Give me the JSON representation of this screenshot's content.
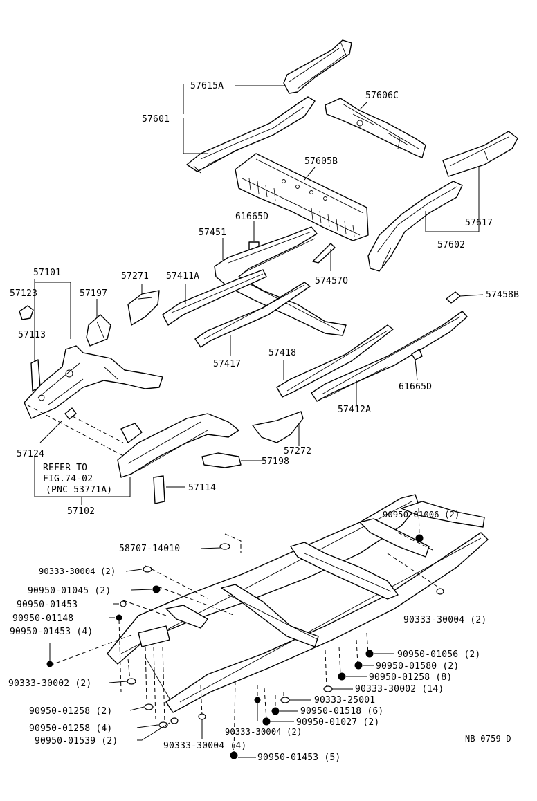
{
  "labels": {
    "p57615A": "57615A",
    "p57601": "57601",
    "p57606C": "57606C",
    "p57605B": "57605B",
    "p57617": "57617",
    "p57602": "57602",
    "p61665D_top": "61665D",
    "p57451": "57451",
    "p57101": "57101",
    "p57123": "57123",
    "p57197": "57197",
    "p57271": "57271",
    "p57411A": "57411A",
    "p57457O": "57457O",
    "p57458B": "57458B",
    "p57113": "57113",
    "p57417": "57417",
    "p57418": "57418",
    "p61665D_bot": "61665D",
    "p57412A": "57412A",
    "p57124": "57124",
    "p57272": "57272",
    "p57198": "57198",
    "p57114": "57114",
    "p57102": "57102",
    "p58707": "58707-14010"
  },
  "refer": {
    "line1": "REFER TO",
    "line2": "FIG.74-02",
    "line3": "(PNC 53771A)"
  },
  "hardware": {
    "h1": "90950-01006 (2)",
    "h2": "90333-30004 (2)",
    "h3": "90950-01045 (2)",
    "h4": "90950-01453",
    "h5": "90950-01148",
    "h6": "90950-01453 (4)",
    "h7": "90333-30004 (2)",
    "h8": "90950-01056 (2)",
    "h9": "90950-01580 (2)",
    "h10": "90950-01258 (8)",
    "h11": "90333-30002 (14)",
    "h12": "90333-30002 (2)",
    "h13": "90333-25001",
    "h14": "90950-01518 (6)",
    "h15": "90950-01258 (2)",
    "h16": "90950-01027 (2)",
    "h17": "90950-01258 (4)",
    "h18": "90333-30004 (2)",
    "h19": "90950-01539 (2)",
    "h20": "90333-30004 (4)",
    "h21": "90950-01453 (5)"
  },
  "figure_code": "NB 0759-D"
}
